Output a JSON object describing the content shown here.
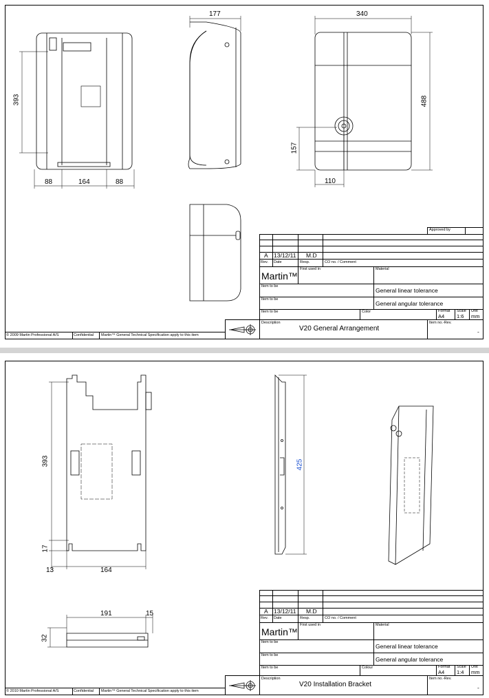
{
  "pages": [
    {
      "dimensions": {
        "front_height": "393",
        "front_left": "88",
        "front_mid": "164",
        "front_right": "88",
        "side_depth": "177",
        "rear_width": "340",
        "rear_height": "488",
        "rear_knob_height": "157",
        "rear_knob_offset": "110"
      },
      "title_block": {
        "approved_by_label": "Approved by",
        "rev": "A",
        "date": "13/12/11",
        "resp": "M.D",
        "rev_label": "Rev.",
        "date_label": "Date",
        "resp_label": "Resp.",
        "comment_label": "CO no. / Comment",
        "brand": "Martin™",
        "first_used_label": "First used in",
        "material_label": "Material",
        "item1_label": "Item to be",
        "linear_tol": "General linear tolerance",
        "item2_label": "Item to be",
        "angular_tol": "General angular tolerance",
        "item3_label": "Item to be",
        "color_label": "Color",
        "format_label": "Format",
        "format": "A4",
        "scale_label": "Scale",
        "scale": "1:6",
        "unit_label": "Unit",
        "unit": "mm",
        "description_label": "Description",
        "description": "V20 General Arrangement",
        "item_no_label": "Item no.-Rev.",
        "item_no": "-"
      },
      "footer": {
        "copyright": "© 2009 Martin Professional A/S",
        "confidential": "Confidential",
        "spec": "Martin™ General Technical Specification apply to this item"
      }
    },
    {
      "dimensions": {
        "bracket_height": "393",
        "bracket_bottom": "17",
        "bracket_left": "13",
        "bracket_width": "164",
        "side_height": "425",
        "bottom_width": "191",
        "bottom_right": "15",
        "bottom_height": "32"
      },
      "title_block": {
        "rev": "A",
        "date": "13/12/11",
        "resp": "M.D",
        "rev_label": "Rev.",
        "date_label": "Date",
        "resp_label": "Resp.",
        "comment_label": "CO no. / Comment",
        "brand": "Martin™",
        "first_used_label": "First used in",
        "material_label": "Material",
        "item1_label": "Item to be",
        "linear_tol": "General linear tolerance",
        "item2_label": "Item to be",
        "angular_tol": "General angular tolerance",
        "item3_label": "Item to be",
        "color_label": "Colour",
        "format_label": "Format",
        "format": "A4",
        "scale_label": "Scale",
        "scale": "1:4",
        "unit_label": "Unit",
        "unit": "mm",
        "description_label": "Description",
        "description": "V20 Installation Bracket",
        "item_no_label": "Item no.-Rev.",
        "item_no": "-"
      },
      "footer": {
        "copyright": "© 2010 Martin Professional A/S",
        "confidential": "Confidential",
        "spec": "Martin™ General Technical Specification apply to this item"
      }
    }
  ],
  "colors": {
    "dimension_highlight": "#1a4fd0",
    "separator": "#d4d4d4"
  }
}
